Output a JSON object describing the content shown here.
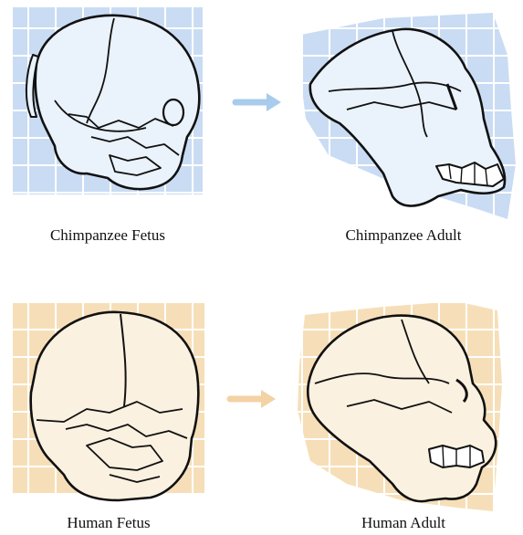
{
  "colors": {
    "chimp_grid_fill": "#c9dcf3",
    "chimp_grid_line": "#ffffff",
    "chimp_arrow": "#a9cbec",
    "human_grid_fill": "#f6dfb8",
    "human_grid_line": "#ffffff",
    "human_arrow": "#f3d2a4",
    "skull_fill_chimp": "#eaf2fb",
    "skull_fill_human": "#fbf1e0",
    "outline": "#111111"
  },
  "panels": {
    "chimp_fetus": {
      "caption": "Chimpanzee Fetus",
      "skull_icon": "chimpanzee-fetus-skull"
    },
    "chimp_adult": {
      "caption": "Chimpanzee Adult",
      "skull_icon": "chimpanzee-adult-skull"
    },
    "human_fetus": {
      "caption": "Human Fetus",
      "skull_icon": "human-fetus-skull"
    },
    "human_adult": {
      "caption": "Human Adult",
      "skull_icon": "human-adult-skull"
    }
  },
  "arrows": {
    "chimp": {
      "icon": "right-arrow-icon"
    },
    "human": {
      "icon": "right-arrow-icon"
    }
  }
}
